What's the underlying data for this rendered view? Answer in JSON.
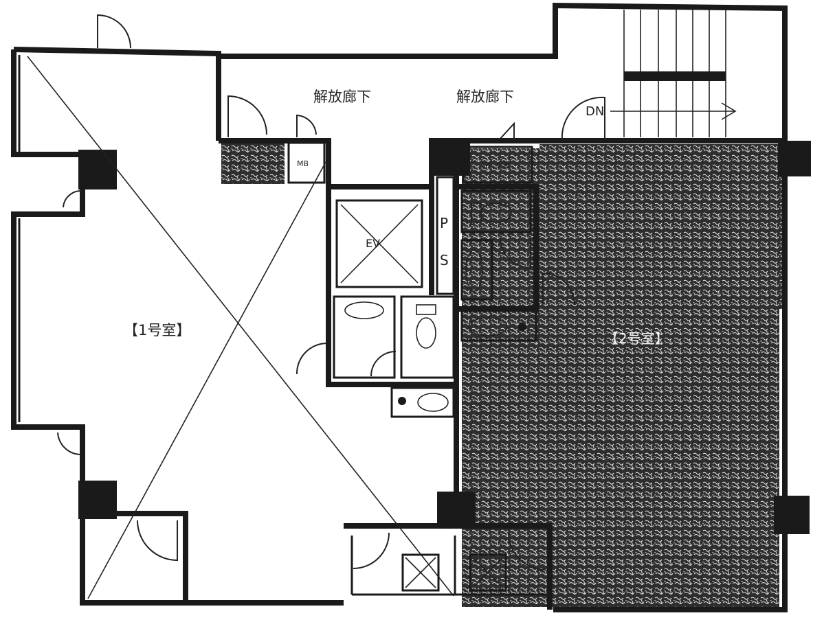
{
  "labels": {
    "corridor_left": "解放廊下",
    "corridor_right": "解放廊下",
    "stair_dn": "DN",
    "ev": "EV",
    "ps_p": "P",
    "ps_s": "S",
    "unit1": "【1号室】",
    "unit2": "【2号室】",
    "mb_left": "MB",
    "mb_right": "MB 設置"
  },
  "colors": {
    "ink": "#1a1a1a",
    "paper": "#ffffff",
    "shade": "#3a3a3a"
  }
}
